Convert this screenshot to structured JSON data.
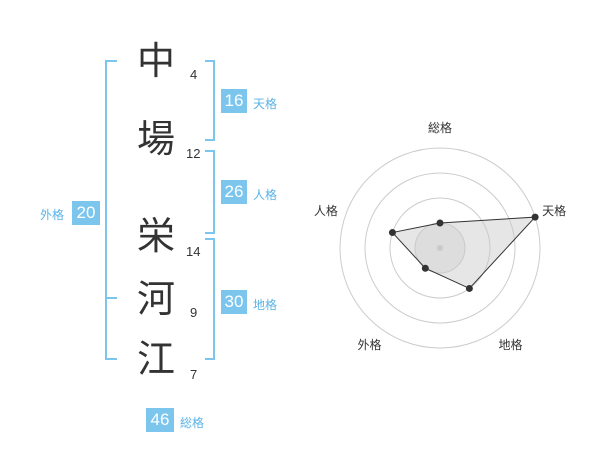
{
  "name": {
    "chars": [
      {
        "char": "中",
        "strokes": "4"
      },
      {
        "char": "場",
        "strokes": "12"
      },
      {
        "char": "栄",
        "strokes": "14"
      },
      {
        "char": "河",
        "strokes": "9"
      },
      {
        "char": "江",
        "strokes": "7"
      }
    ]
  },
  "kaku": {
    "tenkaku": {
      "value": "16",
      "label": "天格"
    },
    "jinkaku": {
      "value": "26",
      "label": "人格"
    },
    "chikaku": {
      "value": "30",
      "label": "地格"
    },
    "gaikaku": {
      "value": "20",
      "label": "外格"
    },
    "soukaku": {
      "value": "46",
      "label": "総格"
    }
  },
  "colors": {
    "accent": "#7cc6ee",
    "accent_text": "#5ab3e6",
    "text": "#333333"
  },
  "chart_data": {
    "type": "radar",
    "axes": [
      "総格",
      "天格",
      "地格",
      "外格",
      "人格"
    ],
    "levels": 4,
    "values": [
      1,
      4,
      2,
      1,
      2
    ],
    "max": 4
  }
}
